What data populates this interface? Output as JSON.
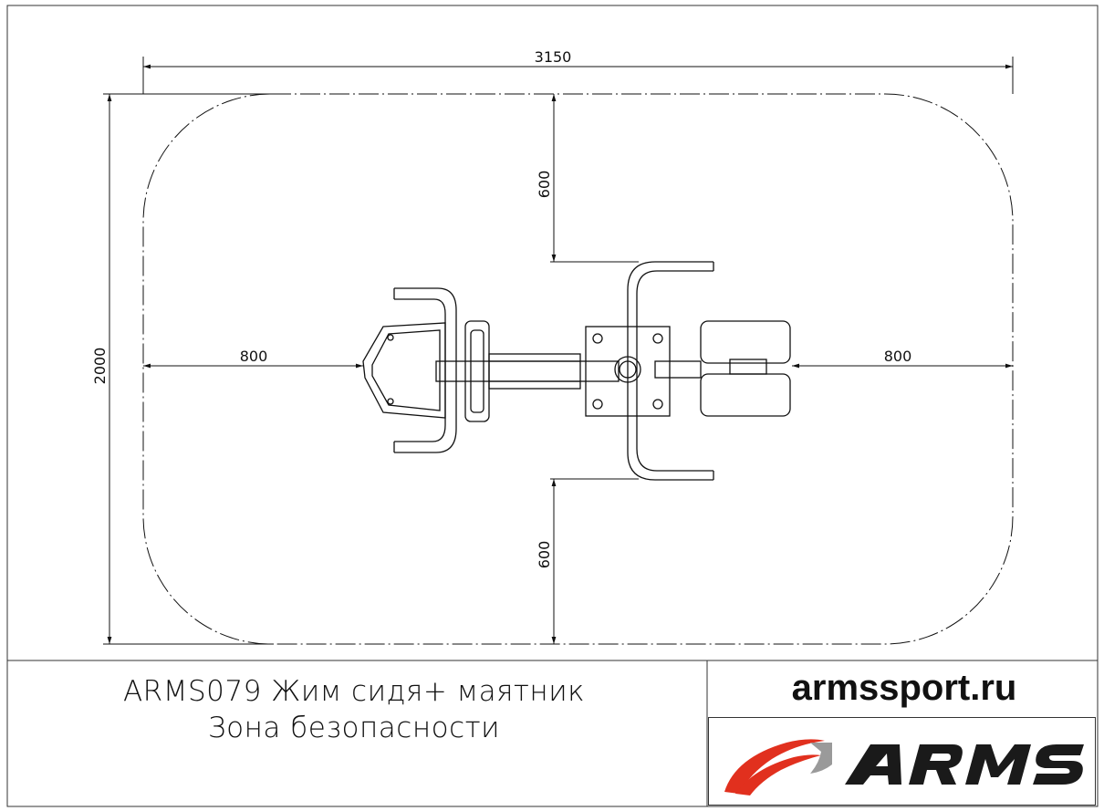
{
  "drawing": {
    "dimensions": {
      "overall_length": "3150",
      "overall_width": "2000",
      "left_clearance": "800",
      "right_clearance": "800",
      "top_clearance": "600",
      "bottom_clearance": "600"
    }
  },
  "title_block": {
    "product_line": "ARMS079 Жим сидя+ маятник",
    "subtitle": "Зона безопасности",
    "website": "armssport.ru",
    "logo_text": "ARMS"
  },
  "colors": {
    "line": "#111111",
    "logo_red": "#e1301e",
    "logo_grey": "#9a9a9a",
    "logo_dark": "#1a1a1a"
  }
}
